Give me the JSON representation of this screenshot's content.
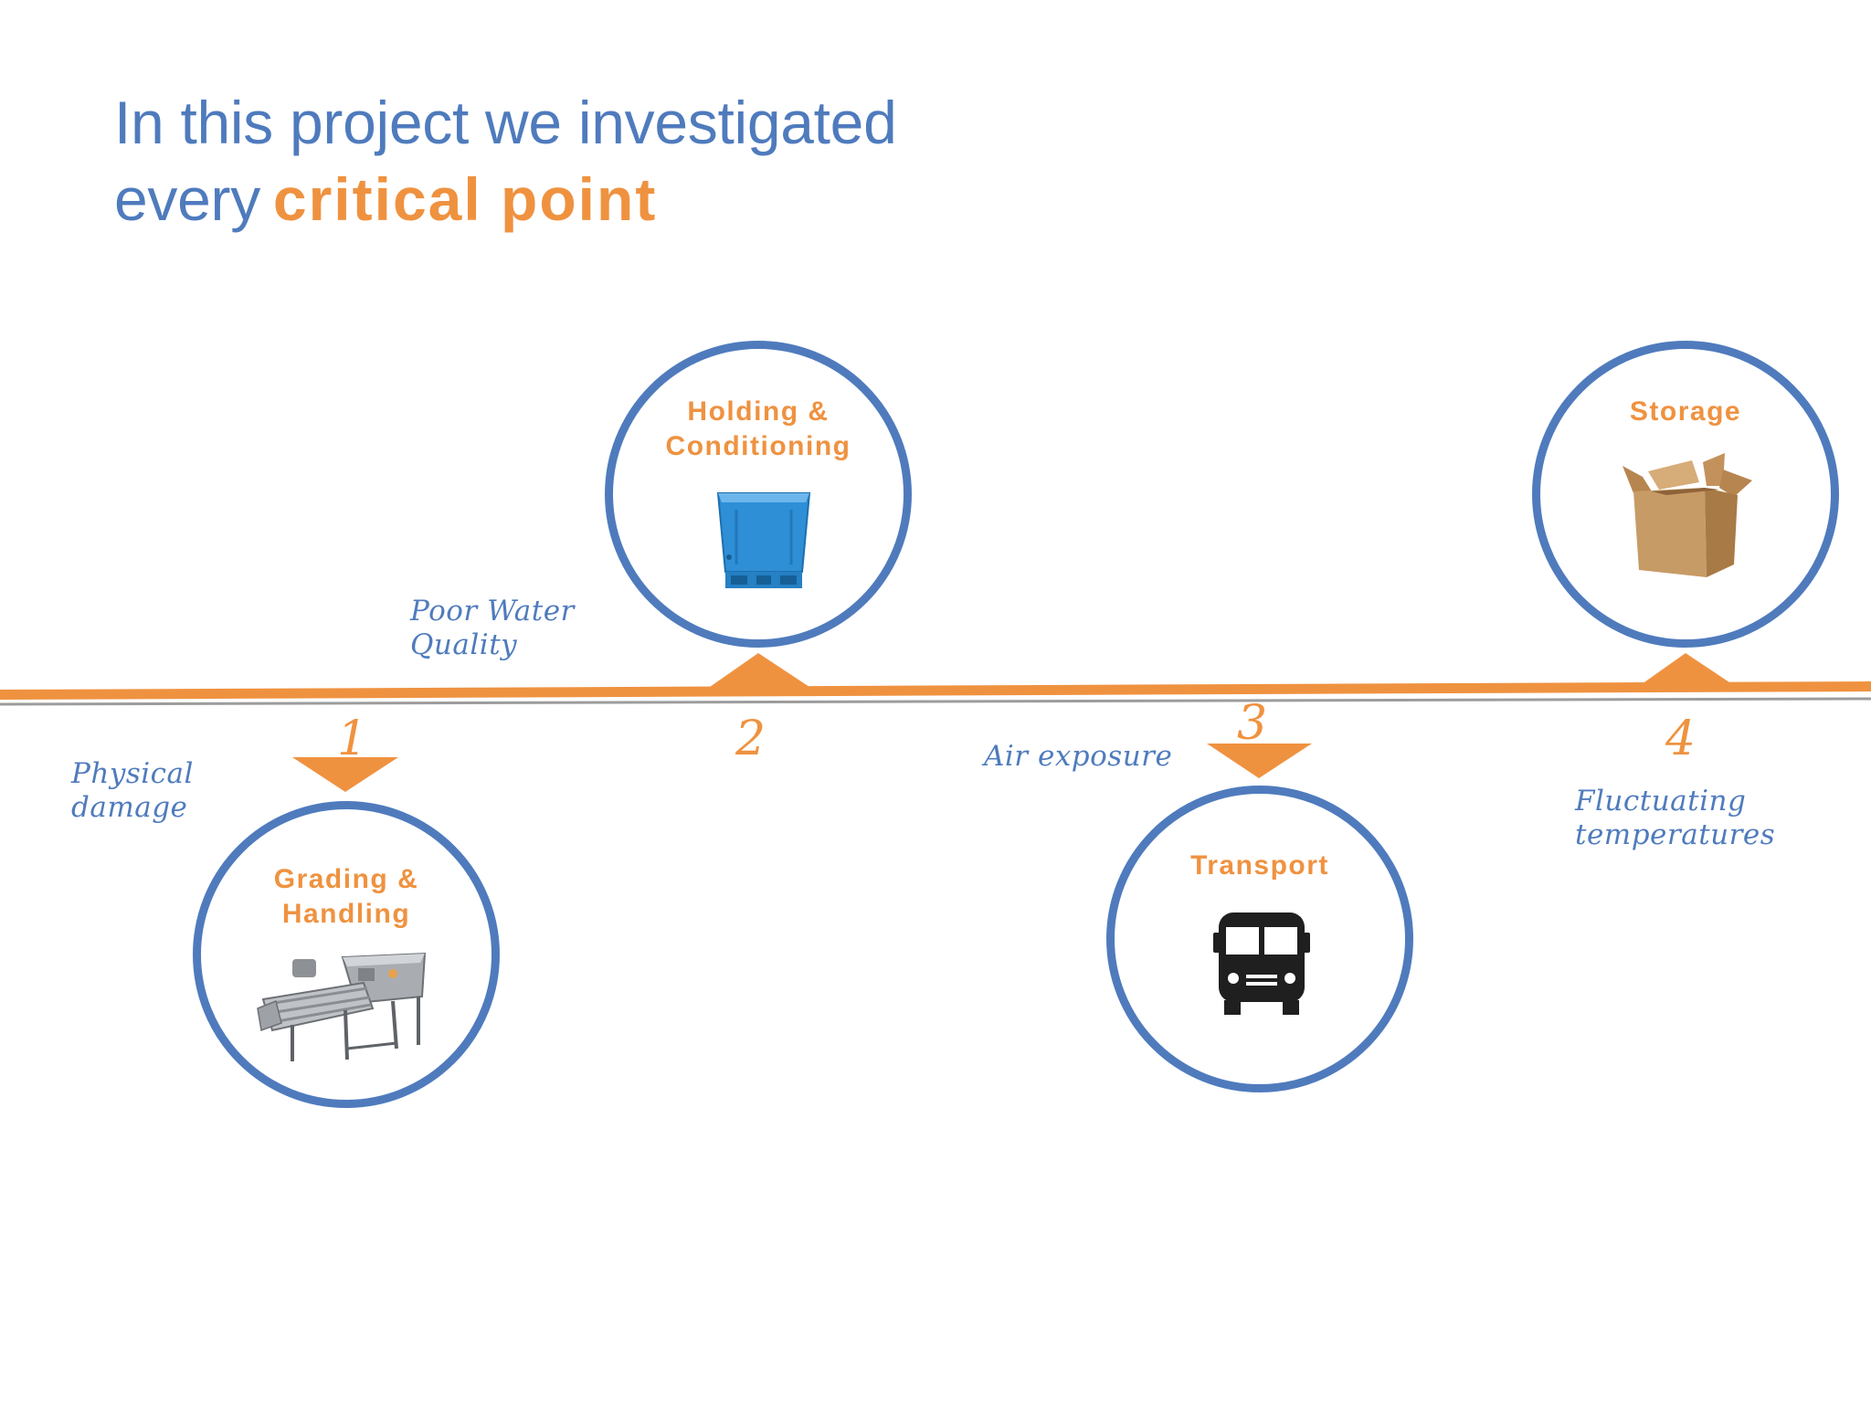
{
  "title": {
    "line1": "In this project we investigated",
    "line2_prefix": "every",
    "line2_accent": "critical point"
  },
  "steps": [
    {
      "number": "1",
      "label": "Grading &\nHandling",
      "icon": "grading-machine-icon",
      "note": "Physical\ndamage"
    },
    {
      "number": "2",
      "label": "Holding &\nConditioning",
      "icon": "blue-bin-icon",
      "note": "Poor Water\nQuality"
    },
    {
      "number": "3",
      "label": "Transport",
      "icon": "bus-icon",
      "note": "Air exposure"
    },
    {
      "number": "4",
      "label": "Storage",
      "icon": "cardboard-box-icon",
      "note": "Fluctuating\ntemperatures"
    }
  ],
  "colors": {
    "blue": "#4f7bbd",
    "orange": "#ef9240",
    "black": "#1f1f1f",
    "bin_blue": "#2e8fd6",
    "box_brown": "#c79b66"
  }
}
